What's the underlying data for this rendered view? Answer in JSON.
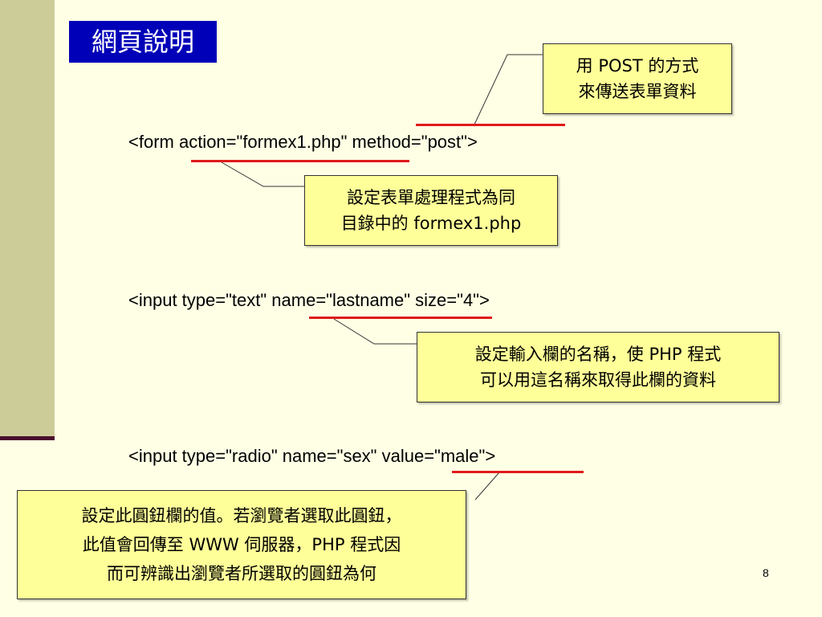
{
  "slide": {
    "title": "網頁說明",
    "page_number": "8"
  },
  "code_lines": [
    "<form action=\"formex1.php\" method=\"post\">",
    "<input type=\"text\" name=\"lastname\" size=\"4\">",
    "<input type=\"radio\" name=\"sex\" value=\"male\">"
  ],
  "callouts": {
    "post_method": {
      "lines": [
        "用 POST 的方式",
        "來傳送表單資料"
      ]
    },
    "action_file": {
      "lines": [
        "設定表單處理程式為同",
        "目錄中的 formex1.php"
      ]
    },
    "input_name": {
      "lines": [
        "設定輸入欄的名稱，使 PHP 程式",
        "可以用這名稱來取得此欄的資料"
      ]
    },
    "radio_value": {
      "lines": [
        "設定此圓鈕欄的值。若瀏覽者選取此圓鈕，",
        "此值會回傳至 WWW 伺服器，PHP 程式因",
        "而可辨識出瀏覽者所選取的圓鈕為何"
      ]
    }
  },
  "colors": {
    "background": "#FFFFE5",
    "side_bar": "#CCCC99",
    "side_rule": "#4A0C2E",
    "title_bg": "#0000B8",
    "underline": "#E01A1A",
    "callout_bg": "#FFFF99"
  }
}
